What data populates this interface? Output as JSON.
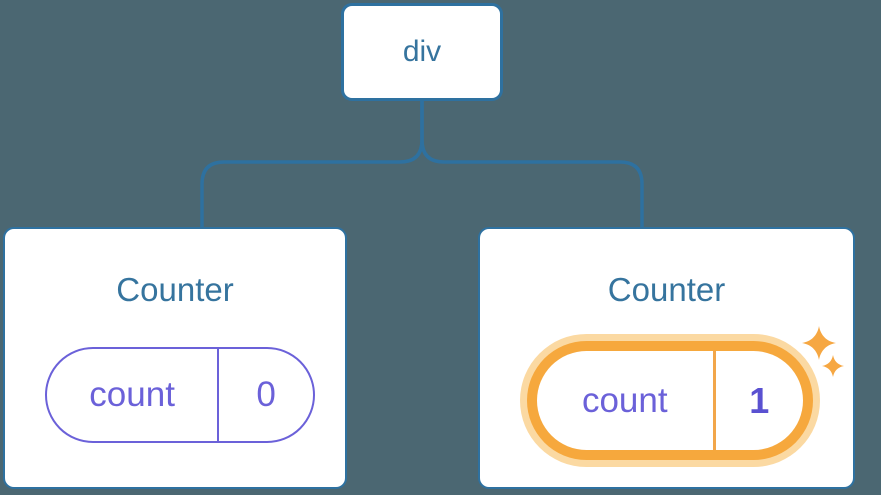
{
  "diagram": {
    "description": "Component tree: a div root rendering two Counter components with independent count state",
    "root": {
      "label": "div"
    },
    "counters": [
      {
        "title": "Counter",
        "state_key": "count",
        "state_value": "0",
        "highlighted": false
      },
      {
        "title": "Counter",
        "state_key": "count",
        "state_value": "1",
        "highlighted": true
      }
    ]
  },
  "icons": {
    "highlight_sparkles": "four-point-sparkle-stars"
  },
  "colors": {
    "background": "#4b6772",
    "node_border_blue": "#2e71a0",
    "node_text_blue": "#36749e",
    "state_purple": "#6b61d9",
    "state_value_purple": "#5a51d1",
    "highlight_orange": "#f6a83d",
    "highlight_halo": "#fbd9a2",
    "sparkle_orange": "#f6a742",
    "card_background": "#ffffff"
  }
}
